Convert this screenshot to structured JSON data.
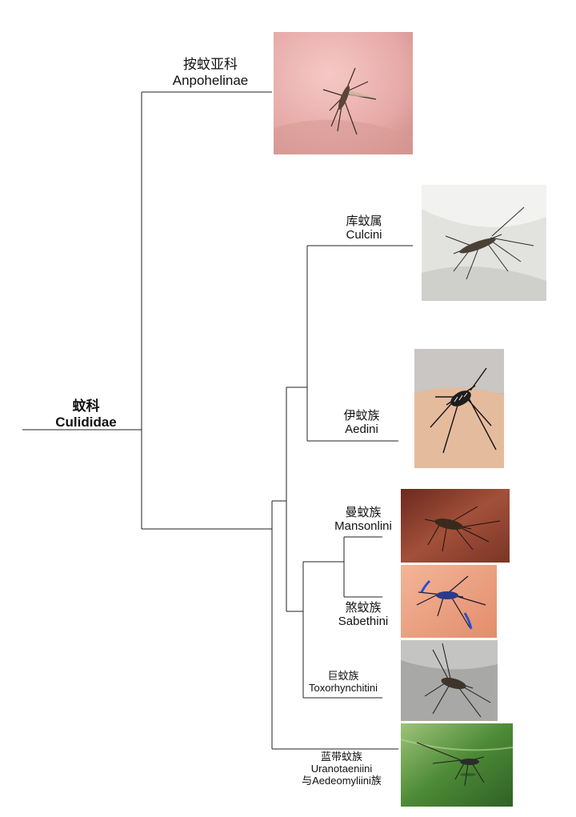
{
  "root": {
    "cn": "蚊科",
    "en": "Culididae"
  },
  "taxa": [
    {
      "key": "anopheles",
      "cn": "按蚊亚科",
      "en": "Anpohelinae",
      "photo": "mosquito-on-skin-photo"
    },
    {
      "key": "culicini",
      "cn": "库蚊属",
      "en": "Culcini",
      "photo": "mosquito-on-white-surface-photo"
    },
    {
      "key": "aedini",
      "cn": "伊蚊族",
      "en": "Aedini",
      "photo": "striped-mosquito-on-skin-photo"
    },
    {
      "key": "mansonlini",
      "cn": "曼蚊族",
      "en": "Mansonlini",
      "photo": "mosquito-on-dark-red-photo"
    },
    {
      "key": "sabethini",
      "cn": "煞蚊族",
      "en": "Sabethini",
      "photo": "blue-legged-mosquito-photo"
    },
    {
      "key": "toxorhynchitini",
      "cn": "巨蚊族",
      "en": "Toxorhynchitini",
      "photo": "large-mosquito-on-grey-photo"
    },
    {
      "key": "uranotaeniini",
      "cn": "蓝带蚊族",
      "en": "Uranotaeniini",
      "en2": "与Aedeomyliini族",
      "photo": "mosquito-on-green-leaf-photo"
    }
  ]
}
